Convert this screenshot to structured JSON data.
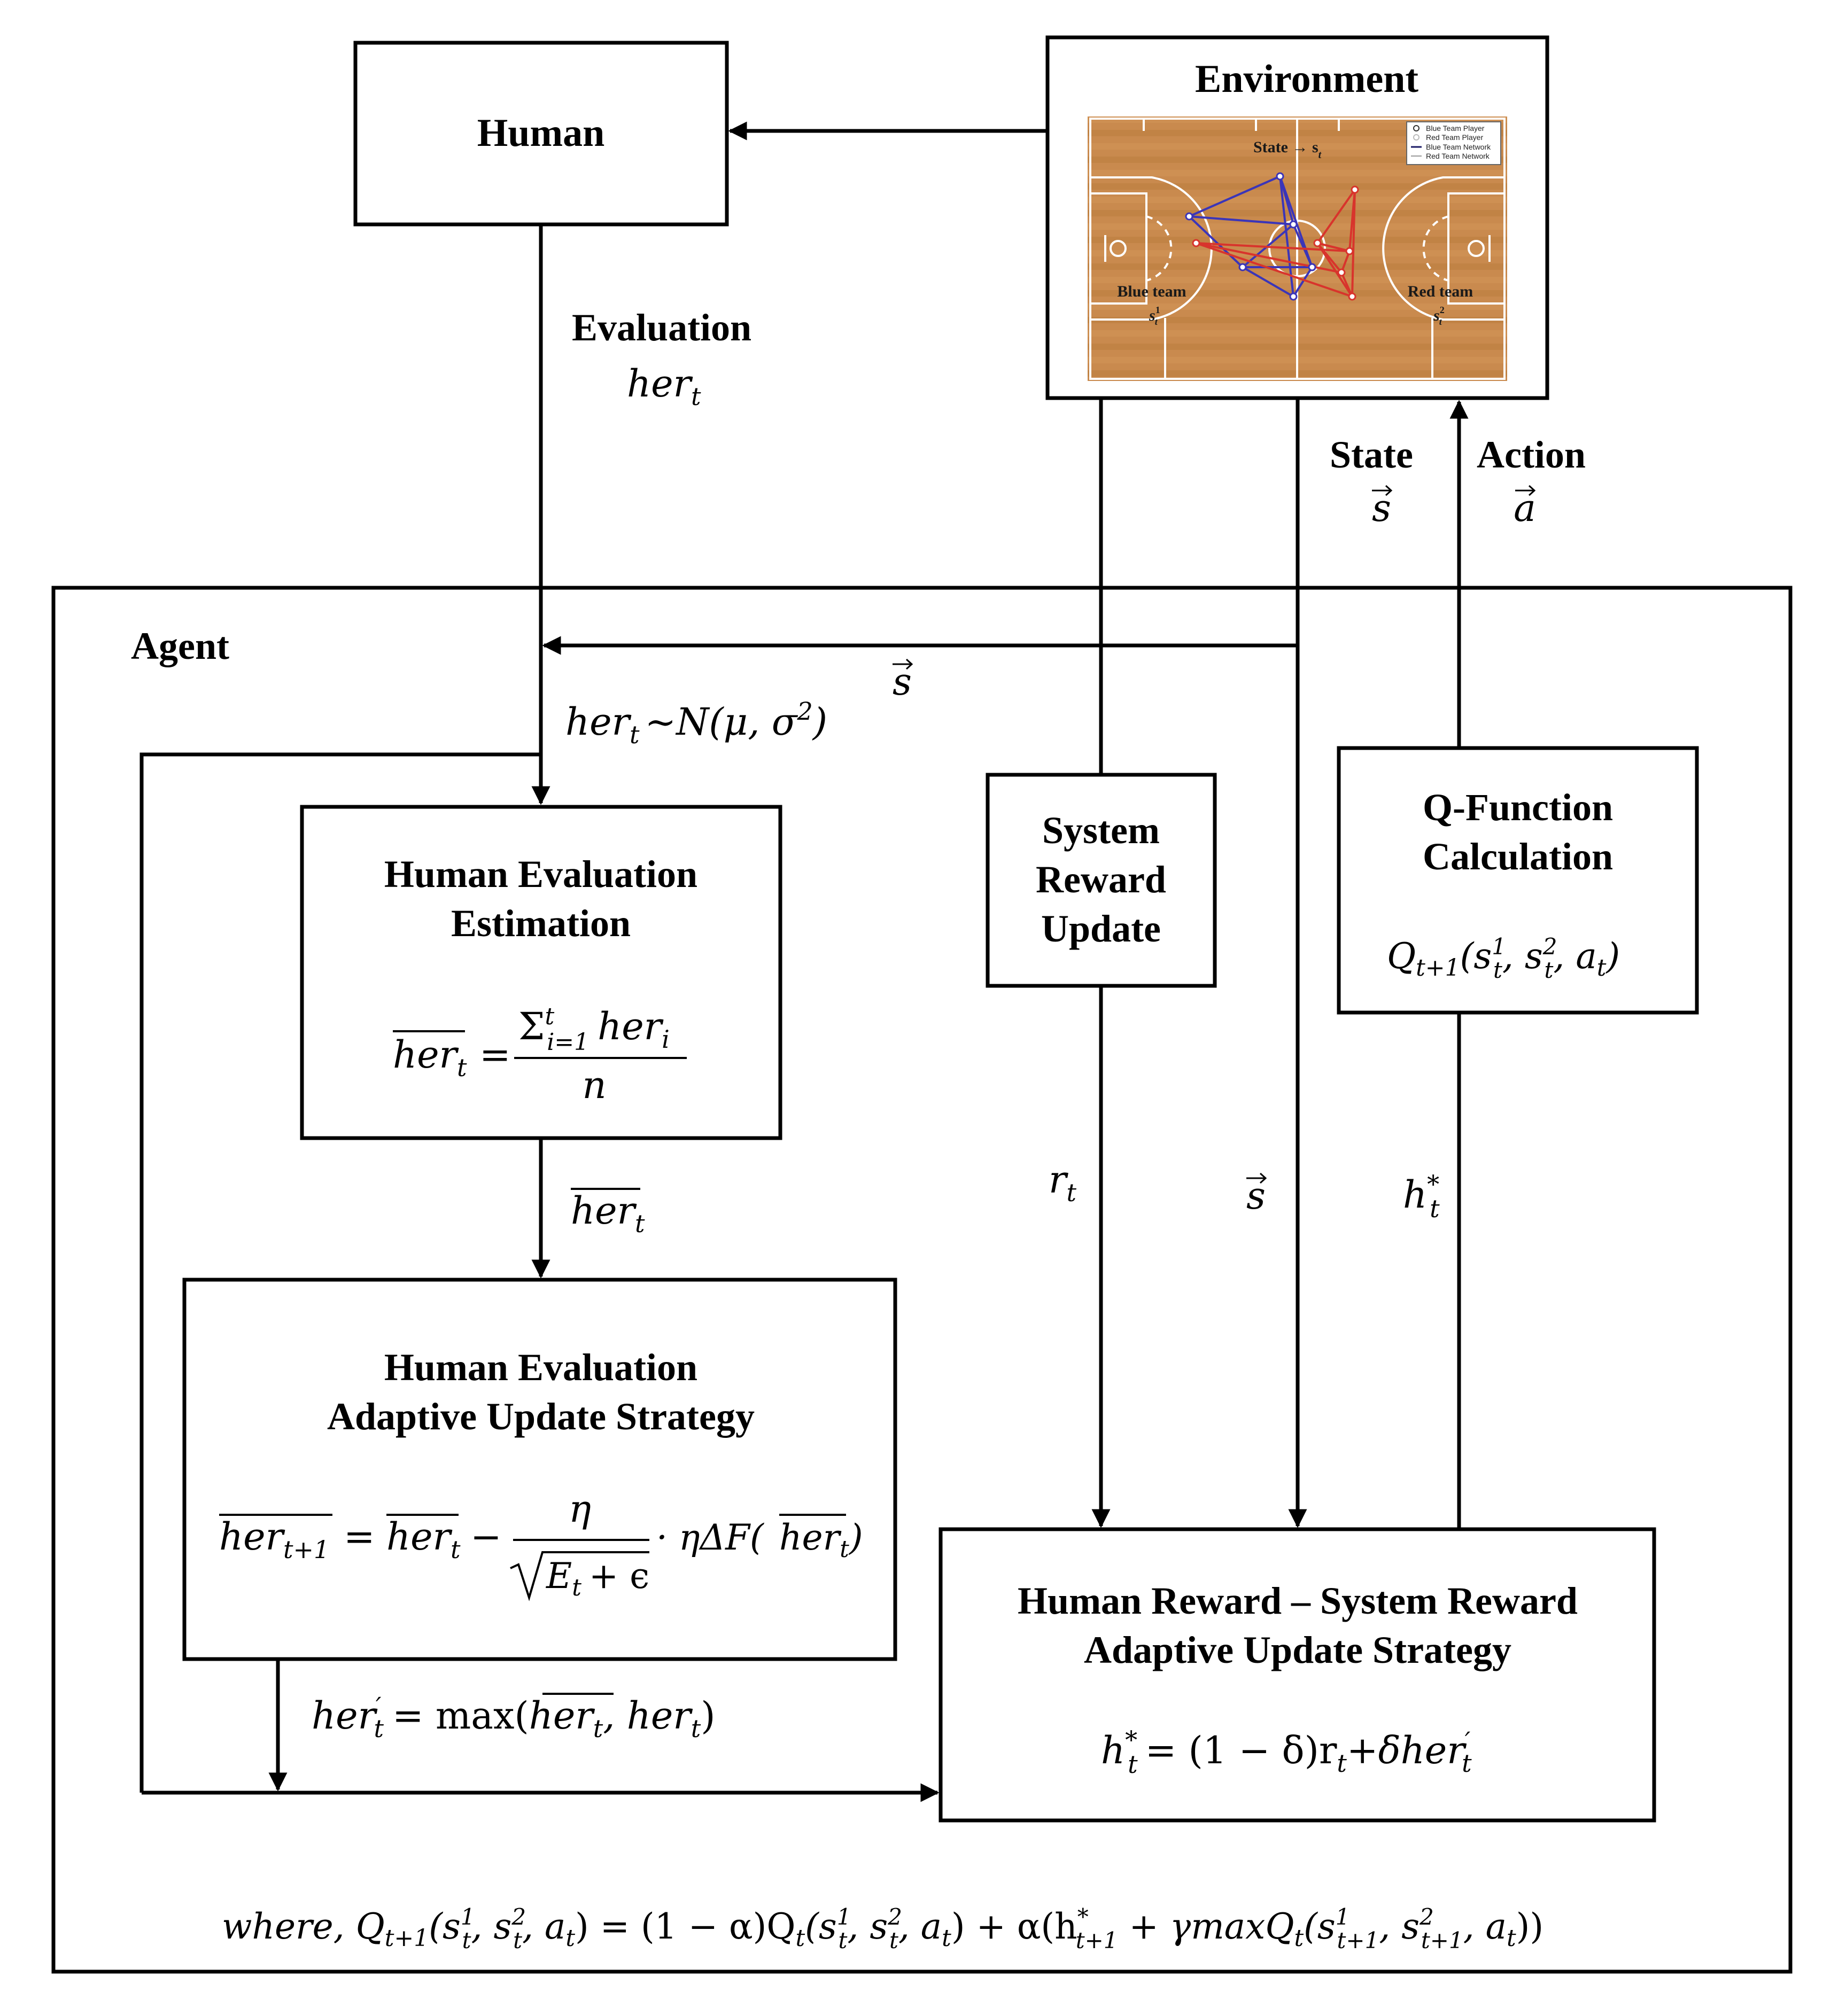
{
  "colors": {
    "court_wood": "#c98a4e",
    "court_wood_dark": "#b37537",
    "court_lines": "#ffffff",
    "blue_team": "#3b35b8",
    "red_team": "#d8342c"
  },
  "boxes": {
    "human": {
      "title": "Human"
    },
    "environment": {
      "title": "Environment"
    },
    "agent": {
      "title": "Agent"
    },
    "estimation": {
      "title_line1": "Human Evaluation",
      "title_line2": "Estimation",
      "formula_lhs": "her",
      "formula_lhs_sub": "t",
      "formula_num_sum": "Σ",
      "formula_num_sup": "t",
      "formula_num_sub": "i=1",
      "formula_num_var": "her",
      "formula_num_var_sub": "i",
      "formula_den": "n"
    },
    "adaptive": {
      "title_line1": "Human Evaluation",
      "title_line2": "Adaptive Update Strategy",
      "lhs": "her",
      "lhs_sub": "t+1",
      "rhs1": "her",
      "rhs1_sub": "t",
      "frac_num": "η",
      "frac_den": "E",
      "frac_den_sub": "t",
      "frac_den_rest": "+ ϵ",
      "tail": "· ηΔF(",
      "tail_var": "her",
      "tail_var_sub": "t",
      "tail_close": ")"
    },
    "system_reward": {
      "line1": "System",
      "line2": "Reward",
      "line3": "Update"
    },
    "q_function": {
      "line1": "Q-Function",
      "line2": "Calculation",
      "formula": "Q",
      "formula_sub": "t+1"
    },
    "reward_strategy": {
      "title_line1": "Human Reward – System Reward",
      "title_line2": "Adaptive Update Strategy",
      "formula_h": "h",
      "formula_h_sub": "t",
      "formula_h_sup": "*",
      "formula_rest": "= (1 − δ)r",
      "formula_r_sub": "t",
      "formula_plus": "+δher",
      "formula_her_sub": "t",
      "formula_prime": "′"
    }
  },
  "labels": {
    "evaluation": "Evaluation",
    "evaluation_var": "her",
    "evaluation_var_sub": "t",
    "state": "State",
    "state_vec": "s",
    "action": "Action",
    "action_vec": "a",
    "agent_state_vec": "s",
    "distribution_var": "her",
    "distribution_sub": "t",
    "distribution_rest": "~N(μ, σ",
    "distribution_sup": "2",
    "distribution_close": ")",
    "her_bar": "her",
    "her_bar_sub": "t",
    "r_t": "r",
    "r_t_sub": "t",
    "s_vec": "s",
    "h_star": "h",
    "h_star_sub": "t",
    "h_star_sup": "*",
    "her_prime": "her",
    "her_prime_sub": "t",
    "her_prime_mark": "′",
    "her_prime_rest": "= max(",
    "her_prime_arg1": "her",
    "her_prime_arg1_sub": "t",
    "her_prime_arg2": ", her",
    "her_prime_arg2_sub": "t",
    "her_prime_close": ")"
  },
  "court": {
    "state_label": "State → s",
    "state_label_sub": "t",
    "blue_team": "Blue team",
    "blue_var": "s",
    "blue_sub": "t",
    "blue_sup": "1",
    "red_team": "Red team",
    "red_var": "s",
    "red_sub": "t",
    "red_sup": "2",
    "legend": [
      "Blue Team Player",
      "Red Team Player",
      "Blue Team Network",
      "Red Team Network"
    ]
  },
  "bottom_equation": "where, Q",
  "bottom_equation_parts": {
    "q1_sub": "t+1",
    "args": "(s",
    "args_sub1": "t",
    "args_sup1": "1",
    "comma": ", s",
    "args_sub2": "t",
    "args_sup2": "2",
    "args_end": ", a",
    "args_end_sub": "t",
    "mid": ") = (1 − α)Q",
    "mid_sub": "t",
    "mid_args": "(s",
    "mid_args_sub1": "t",
    "mid_args_sup1": "1",
    "mid_comma": ", s",
    "mid_args_sub2": "t",
    "mid_args_sup2": "2",
    "mid_end": ", a",
    "mid_end_sub": "t",
    "plus": ") + α(h",
    "plus_sub": "t+1",
    "plus_sup": "*",
    "gamma": " + γmaxQ",
    "gamma_sub": "t",
    "last_args": "(s",
    "last_sub1": "t+1",
    "last_sup1": "1",
    "last_comma": ", s",
    "last_sub2": "t+1",
    "last_sup2": "2",
    "last_end": ", a",
    "last_end_sub": "t",
    "close": "))"
  }
}
